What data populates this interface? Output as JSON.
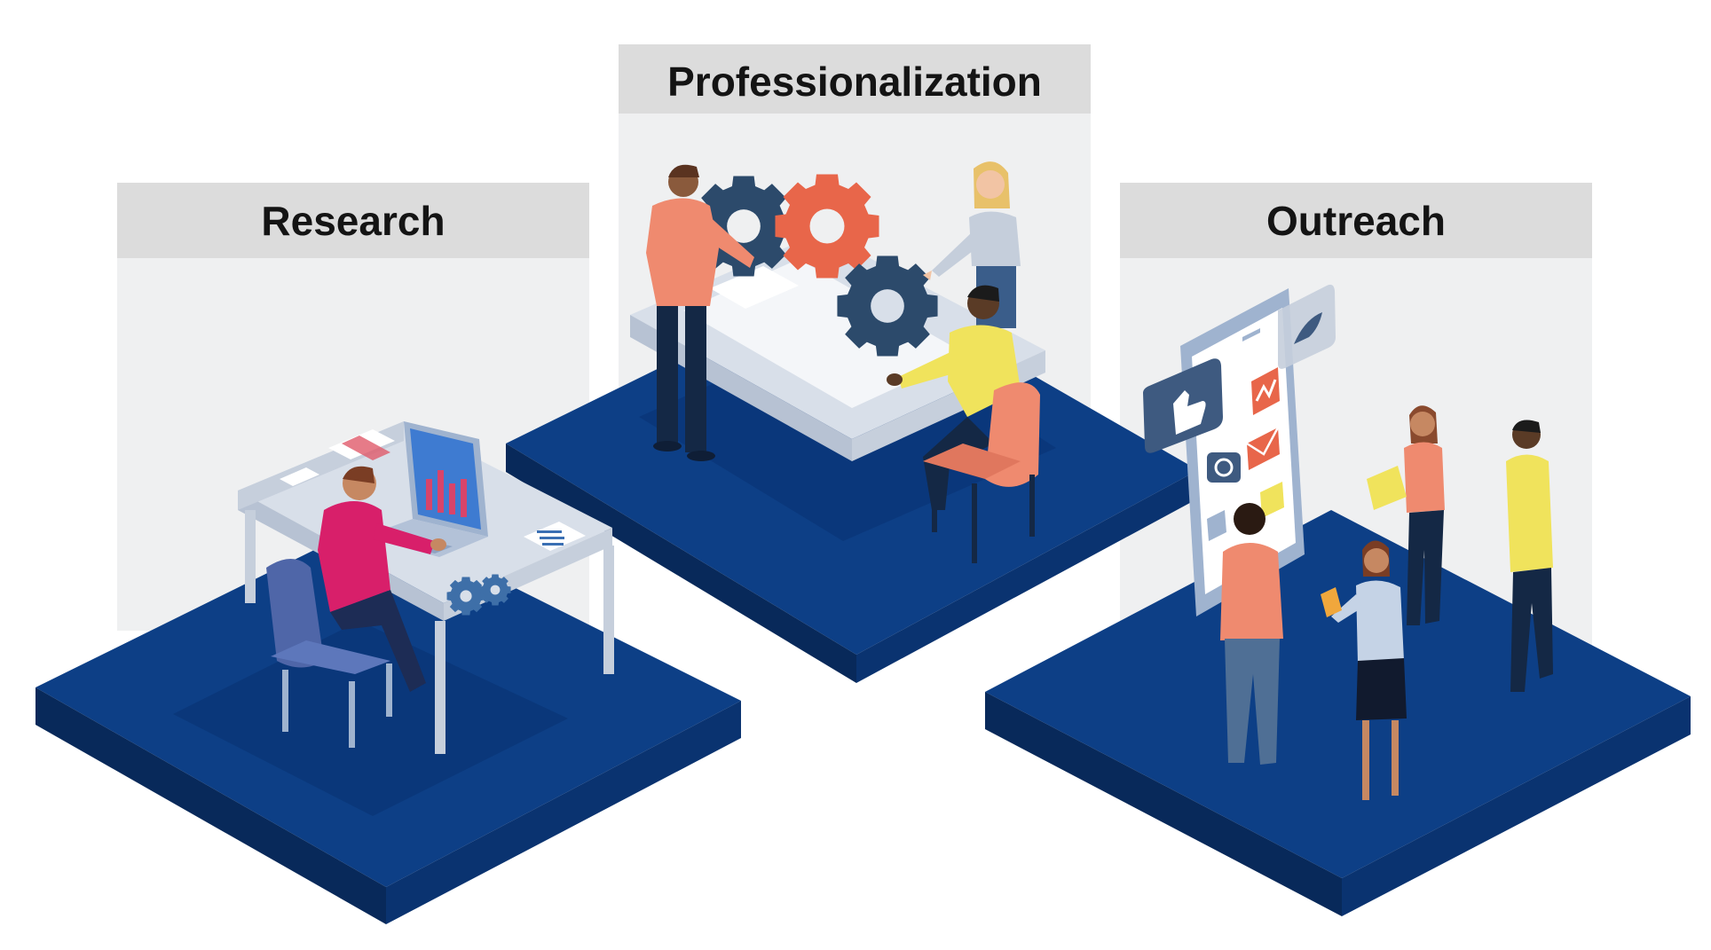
{
  "panels": {
    "research": {
      "label": "Research"
    },
    "professionalization": {
      "label": "Professionalization"
    },
    "outreach": {
      "label": "Outreach"
    }
  },
  "colors": {
    "platform_top": "#0d3f86",
    "platform_front": "#08295a",
    "platform_side": "#0a3370",
    "backdrop": "#eff0f1",
    "header_band": "#dcdcdc",
    "accent_coral": "#ef8a6f",
    "accent_orange": "#e8664a",
    "accent_yellow": "#f0e35c",
    "accent_magenta": "#d81f6a",
    "gear_dark": "#2c4a6b"
  },
  "icons": [
    "gear-icon",
    "thumbs-up-icon",
    "envelope-icon",
    "chart-line-icon",
    "bird-icon",
    "person-icon",
    "laptop-icon",
    "smartphone-icon"
  ]
}
